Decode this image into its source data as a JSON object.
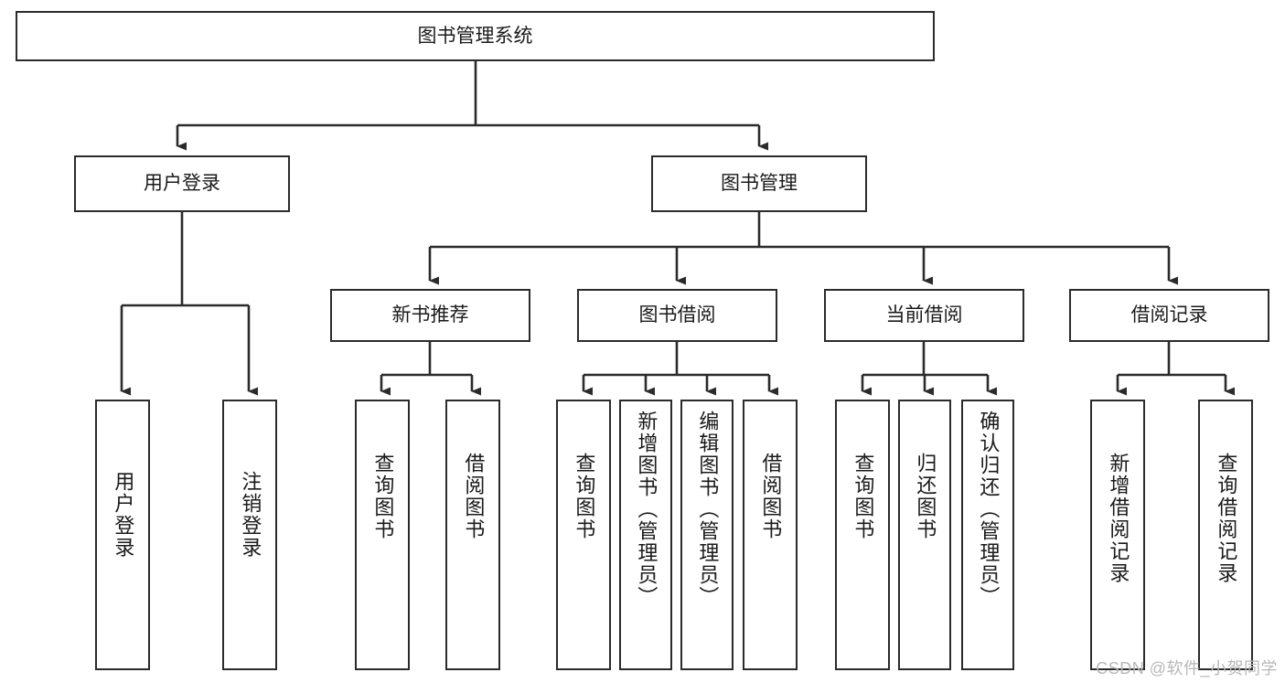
{
  "diagram": {
    "title": "图书管理系统",
    "type": "tree-hierarchy-diagram",
    "watermark": "CSDN @软件_小贺同学",
    "colors": {
      "box_border": "#2b2b2b",
      "box_fill": "#ffffff",
      "connector": "#2b2b2b",
      "text": "#1a1a1a",
      "watermark": "#b8b8b8"
    },
    "nodes": {
      "root": {
        "label": "图书管理系统"
      },
      "level2": [
        {
          "id": "user-login",
          "label": "用户登录"
        },
        {
          "id": "book-management",
          "label": "图书管理"
        }
      ],
      "level3": [
        {
          "id": "new-book-recommend",
          "label": "新书推荐"
        },
        {
          "id": "book-borrow",
          "label": "图书借阅"
        },
        {
          "id": "current-borrow",
          "label": "当前借阅"
        },
        {
          "id": "borrow-record",
          "label": "借阅记录"
        }
      ],
      "leaves": {
        "user_login": [
          {
            "id": "leaf-user-login",
            "label": "用户登录"
          },
          {
            "id": "leaf-logout-login",
            "label": "注销登录"
          }
        ],
        "new_book_recommend": [
          {
            "id": "leaf-query-book-1",
            "label": "查询图书"
          },
          {
            "id": "leaf-borrow-book-1",
            "label": "借阅图书"
          }
        ],
        "book_borrow": [
          {
            "id": "leaf-query-book-2",
            "label": "查询图书"
          },
          {
            "id": "leaf-add-book",
            "label": "新增图书（管理员）"
          },
          {
            "id": "leaf-edit-book",
            "label": "编辑图书（管理员）"
          },
          {
            "id": "leaf-borrow-book-2",
            "label": "借阅图书"
          }
        ],
        "current_borrow": [
          {
            "id": "leaf-query-book-3",
            "label": "查询图书"
          },
          {
            "id": "leaf-return-book",
            "label": "归还图书"
          },
          {
            "id": "leaf-confirm-return",
            "label": "确认归还（管理员）"
          }
        ],
        "borrow_record": [
          {
            "id": "leaf-add-record",
            "label": "新增借阅记录"
          },
          {
            "id": "leaf-query-record",
            "label": "查询借阅记录"
          }
        ]
      }
    }
  }
}
